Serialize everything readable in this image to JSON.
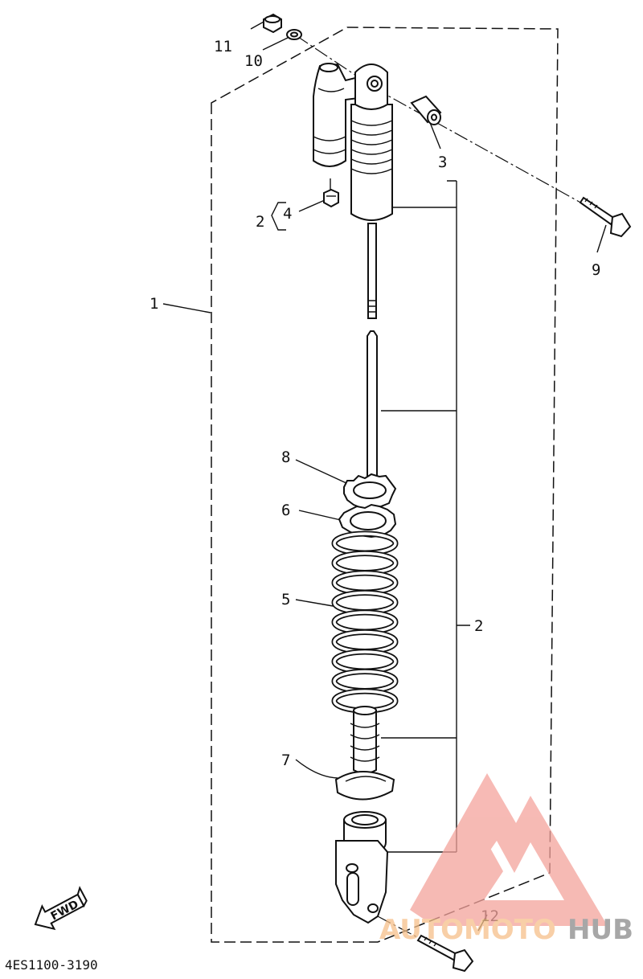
{
  "diagram": {
    "catalog_code": "4ES1100-3190",
    "fwd_label": "FWD",
    "part_labels": {
      "assembly": "1",
      "absorber": "2",
      "absorber_mid": "2",
      "bushing": "3",
      "nut_group": "2",
      "nut": "4",
      "spring": "5",
      "spring_seat_6": "6",
      "stopper": "7",
      "spring_seat_8": "8",
      "bolt_top": "9",
      "washer": "10",
      "nut_top": "11",
      "bolt_bottom": "12"
    }
  },
  "watermark": {
    "part1": "AUTOMOTO",
    "part2": "HUB",
    "color_primary": "#f4a39c",
    "color_secondary": "#f6c08a",
    "color_text_dark": "#8a8a8a"
  }
}
